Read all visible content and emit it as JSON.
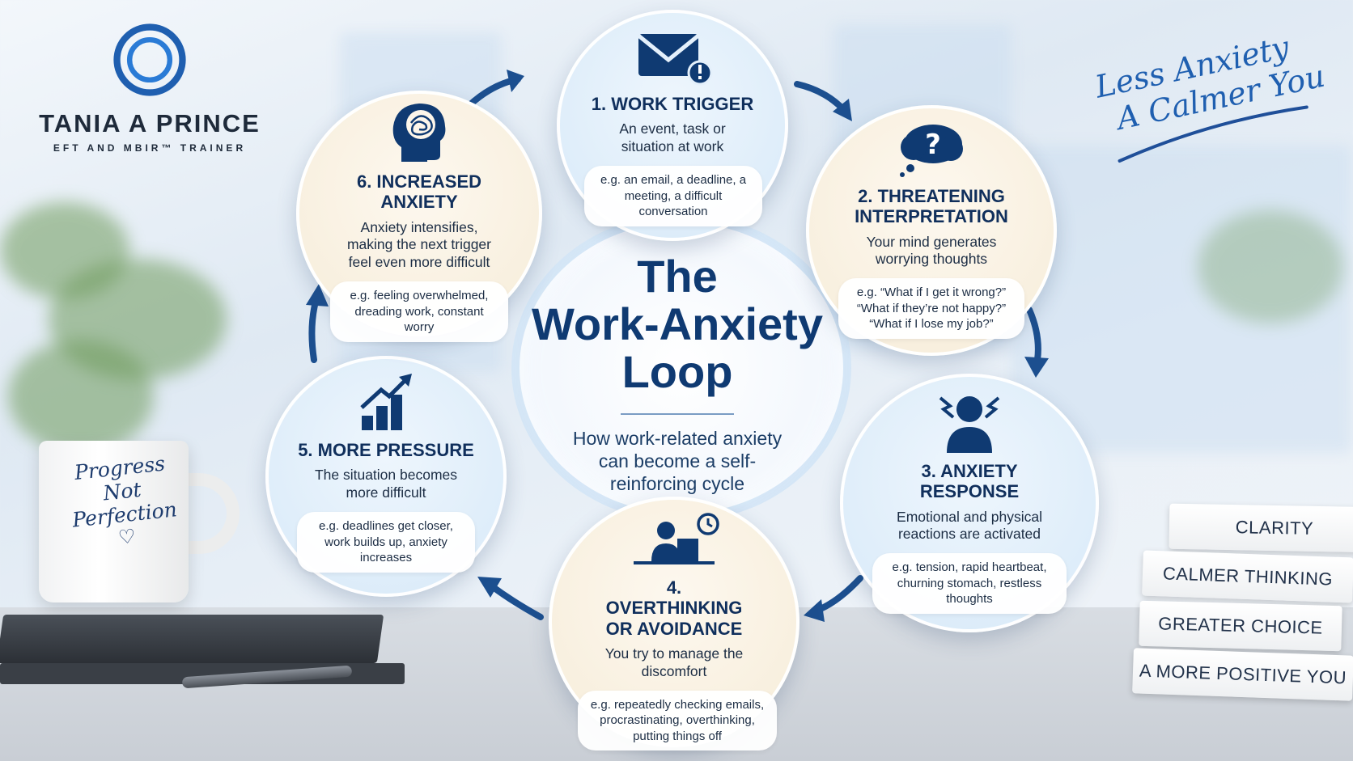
{
  "brand": {
    "name": "TANIA A PRINCE",
    "tagline": "EFT AND MBIR™ TRAINER",
    "colors": {
      "primary": "#0f3a72",
      "accent": "#1f5fb0"
    }
  },
  "slogan": {
    "line1": "Less Anxiety",
    "line2": "A Calmer You"
  },
  "center": {
    "title_line1": "The",
    "title_line2": "Work-Anxiety",
    "title_line3": "Loop",
    "subtitle": "How work-related anxiety can become a self-reinforcing cycle"
  },
  "stages": [
    {
      "title": "1. WORK TRIGGER",
      "description": "An event, task or situation at work",
      "example": "e.g. an email, a deadline, a meeting, a difficult conversation",
      "icon": "email-alert-icon"
    },
    {
      "title": "2. THREATENING INTERPRETATION",
      "description": "Your mind generates worrying thoughts",
      "example": "e.g. “What if I get it wrong?” “What if they’re not happy?” “What if I lose my job?”",
      "icon": "thought-cloud-question-icon"
    },
    {
      "title": "3. ANXIETY RESPONSE",
      "description": "Emotional and physical reactions are activated",
      "example": "e.g. tension, rapid heartbeat, churning stomach, restless thoughts",
      "icon": "stressed-person-icon"
    },
    {
      "title": "4. OVERTHINKING OR AVOIDANCE",
      "description": "You try to manage the discomfort",
      "example": "e.g. repeatedly checking emails, procrastinating, overthinking, putting things off",
      "icon": "person-at-desk-clock-icon"
    },
    {
      "title": "5. MORE PRESSURE",
      "description": "The situation becomes more difficult",
      "example": "e.g. deadlines get closer, work builds up, anxiety increases",
      "icon": "rising-bar-chart-icon"
    },
    {
      "title": "6. INCREASED ANXIETY",
      "description": "Anxiety intensifies, making the next trigger feel even more difficult",
      "example": "e.g. feeling overwhelmed, dreading work, constant worry",
      "icon": "tangled-mind-head-icon"
    }
  ],
  "mug": {
    "line1": "Progress",
    "line2": "Not",
    "line3": "Perfection",
    "heart": "♡"
  },
  "books": [
    "CLARITY",
    "CALMER THINKING",
    "GREATER CHOICE",
    "A MORE POSITIVE YOU"
  ]
}
